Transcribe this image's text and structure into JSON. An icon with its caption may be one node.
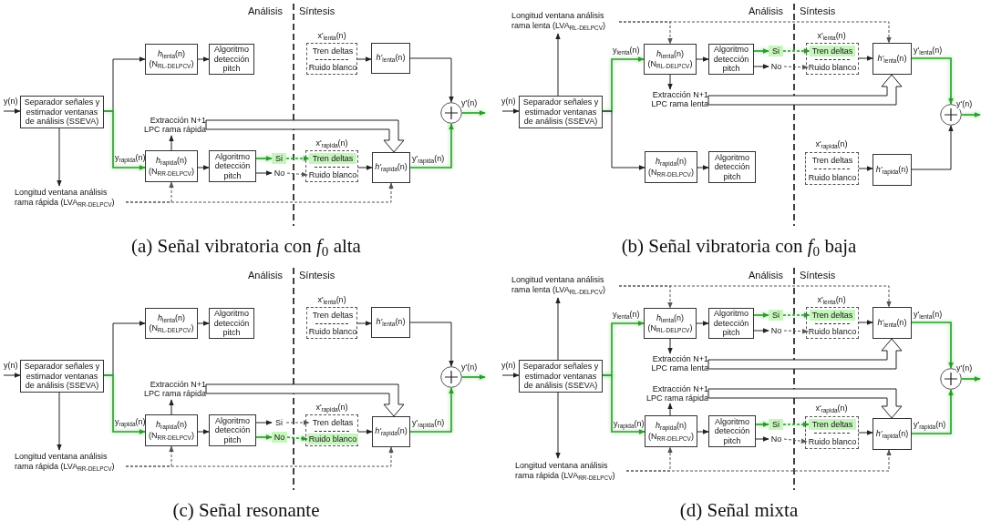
{
  "diagram": {
    "nodes": [
      {
        "text": [
          "(a) Señal vibratoria con *f*$_{0}$ alta"
        ]
      },
      {
        "text": [
          "Separador señales y estimador ventanas de análisis (SSEVA)"
        ],
        "in": 0
      },
      {
        "text": [
          "*h*$_{lenta}$(n)",
          "(N$_{RL-DELPCV}$)"
        ],
        "in": 0
      },
      {
        "text": [
          "Algoritmo detección pitch"
        ],
        "in": 0
      },
      {
        "text": [
          "x'$_{lenta}$(n)"
        ],
        "in": 0
      },
      {
        "text": [
          "Tren deltas"
        ],
        "in": 4
      },
      {
        "text": [
          "Ruido blanco"
        ],
        "in": 4
      },
      {
        "text": [
          "*h'*$_{lenta}$(n)"
        ],
        "in": 0
      },
      {
        "text": [
          "Extracción N+1 LPC rama rápida"
        ],
        "in": 0
      },
      {
        "text": [],
        "shape": "circle",
        "in": 0
      },
      {
        "text": [
          "*h*$_{rapida}$(n)",
          "(N$_{RR-DELPCV}$)"
        ],
        "in": 0
      },
      {
        "text": [
          "Algoritmo detección pitch"
        ],
        "in": 0
      },
      {
        "text": [
          "Si"
        ],
        "in": 0
      },
      {
        "text": [
          "No"
        ],
        "in": 0
      },
      {
        "text": [
          "x'$_{rapida}$(n)"
        ],
        "in": 0
      },
      {
        "text": [
          "Tren deltas"
        ],
        "in": 14
      },
      {
        "text": [
          "Ruido blanco"
        ],
        "in": 14
      },
      {
        "text": [
          "*h'*$_{rapida}$(n)"
        ],
        "in": 0
      },
      {
        "text": [
          "Longitud ventana análisis rama rápida (LVA$_{RR-DELPCV}$)"
        ],
        "in": 0
      },
      {
        "text": [
          "(b) Señal vibratoria con *f*$_{0}$ baja"
        ]
      },
      {
        "text": [
          "Longitud ventana análisis rama lenta (LVA$_{RL-DELPCV}$)"
        ],
        "in": 19
      },
      {
        "text": [
          "Separador señales y estimador ventanas de análisis (SSEVA)"
        ],
        "in": 19
      },
      {
        "text": [
          "*h*$_{lenta}$(n)",
          "(N$_{RL-DELPCV}$)"
        ],
        "in": 19
      },
      {
        "text": [
          "Algoritmo detección pitch"
        ],
        "in": 19
      },
      {
        "text": [
          "Si"
        ],
        "in": 19
      },
      {
        "text": [
          "No"
        ],
        "in": 19
      },
      {
        "text": [
          "x'$_{lenta}$(n)"
        ],
        "in": 19
      },
      {
        "text": [
          "Tren deltas"
        ],
        "in": 26
      },
      {
        "text": [
          "Ruido blanco"
        ],
        "in": 26
      },
      {
        "text": [
          "*h'*$_{lenta}$(n)"
        ],
        "in": 19
      },
      {
        "text": [
          "Extracción N+1 LPC rama lenta"
        ],
        "in": 19
      },
      {
        "text": [],
        "shape": "circle",
        "in": 19
      },
      {
        "text": [
          "*h*$_{rapida}$(n)",
          "(N$_{RR-DELPCV}$)"
        ],
        "in": 19
      },
      {
        "text": [
          "Algoritmo detección pitch"
        ],
        "in": 19
      },
      {
        "text": [
          "x'$_{rapida}$(n)"
        ],
        "in": 19
      },
      {
        "text": [
          "Tren deltas"
        ],
        "in": 34
      },
      {
        "text": [
          "Ruido blanco"
        ],
        "in": 34
      },
      {
        "text": [
          "*h'*$_{rapida}$(n)"
        ],
        "in": 19
      },
      {
        "text": [
          "(c) Señal resonante"
        ]
      },
      {
        "text": [
          "Separador señales y estimador ventanas de análisis (SSEVA)"
        ],
        "in": 38
      },
      {
        "text": [
          "*h*$_{lenta}$(n)",
          "(N$_{RL-DELPCV}$)"
        ],
        "in": 38
      },
      {
        "text": [
          "Algoritmo detección pitch"
        ],
        "in": 38
      },
      {
        "text": [
          "x'$_{lenta}$(n)"
        ],
        "in": 38
      },
      {
        "text": [
          "Tren deltas"
        ],
        "in": 42
      },
      {
        "text": [
          "Ruido blanco"
        ],
        "in": 42
      },
      {
        "text": [
          "*h'*$_{lenta}$(n)"
        ],
        "in": 38
      },
      {
        "text": [
          "Extracción N+1 LPC rama rápida"
        ],
        "in": 38
      },
      {
        "text": [],
        "shape": "circle",
        "in": 38
      },
      {
        "text": [
          "*h*$_{rapida}$(n)",
          "(N$_{RR-DELPCV}$)"
        ],
        "in": 38
      },
      {
        "text": [
          "Algoritmo detección pitch"
        ],
        "in": 38
      },
      {
        "text": [
          "Si"
        ],
        "in": 38
      },
      {
        "text": [
          "No"
        ],
        "in": 38
      },
      {
        "text": [
          "x'$_{rapida}$(n)"
        ],
        "in": 38
      },
      {
        "text": [
          "Tren deltas"
        ],
        "in": 52
      },
      {
        "text": [
          "Ruido blanco"
        ],
        "in": 52
      },
      {
        "text": [
          "*h'*$_{rapida}$(n)"
        ],
        "in": 38
      },
      {
        "text": [
          "Longitud ventana análisis rama rápida (LVA$_{RR-DELPCV}$)"
        ],
        "in": 38
      },
      {
        "text": [
          "(d) Señal mixta"
        ]
      },
      {
        "text": [
          "Longitud ventana análisis rama lenta (LVA$_{RL-DELPCV}$)"
        ],
        "in": 57
      },
      {
        "text": [
          "Separador señales y estimador ventanas de análisis (SSEVA)"
        ],
        "in": 57
      },
      {
        "text": [
          "*h*$_{lenta}$(n)",
          "(N$_{RL-DELPCV}$)"
        ],
        "in": 57
      },
      {
        "text": [
          "Algoritmo detección pitch"
        ],
        "in": 57
      },
      {
        "text": [
          "Si"
        ],
        "in": 57
      },
      {
        "text": [
          "No"
        ],
        "in": 57
      },
      {
        "text": [
          "x'$_{lenta}$(n)"
        ],
        "in": 57
      },
      {
        "text": [
          "Tren deltas"
        ],
        "in": 64
      },
      {
        "text": [
          "Ruido blanco"
        ],
        "in": 64
      },
      {
        "text": [
          "*h'*$_{lenta}$(n)"
        ],
        "in": 57
      },
      {
        "text": [
          "Extracción N+1 LPC rama lenta"
        ],
        "in": 57
      },
      {
        "text": [],
        "shape": "circle",
        "in": 57
      },
      {
        "text": [
          "Extracción N+1 LPC rama rápida"
        ],
        "in": 57
      },
      {
        "text": [
          "*h*$_{rapida}$(n)",
          "(N$_{RR-DELPCV}$)"
        ],
        "in": 57
      },
      {
        "text": [
          "Algoritmo detección pitch"
        ],
        "in": 57
      },
      {
        "text": [
          "Si"
        ],
        "in": 57
      },
      {
        "text": [
          "No"
        ],
        "in": 57
      },
      {
        "text": [
          "x'$_{rapida}$(n)"
        ],
        "in": 57
      },
      {
        "text": [
          "Tren deltas"
        ],
        "in": 75
      },
      {
        "text": [
          "Ruido blanco"
        ],
        "in": 75
      },
      {
        "text": [
          "*h'*$_{rapida}$(n)"
        ],
        "in": 57
      },
      {
        "text": [
          "Longitud ventana análisis rama rápida (LVA$_{RR-DELPCV}$)"
        ],
        "in": 57
      }
    ],
    "edges": [
      {
        "from": null,
        "to": 1,
        "arrow": "to",
        "label": "y(n)"
      },
      {
        "from": 1,
        "to": 2,
        "arrow": "to"
      },
      {
        "from": 1,
        "to": 10,
        "arrow": "to",
        "label": "y$_{rapida}$(n)",
        "color": "#2e9a2e"
      },
      {
        "from": 1,
        "to": 18,
        "arrow": "to"
      },
      {
        "from": 2,
        "to": 3,
        "arrow": "to"
      },
      {
        "from": 10,
        "to": 11,
        "arrow": "to"
      },
      {
        "from": 10,
        "to": 8,
        "arrow": "to"
      },
      {
        "from": 8,
        "to": 17,
        "arrow": "to",
        "style": "thick"
      },
      {
        "from": 11,
        "to": 12,
        "arrow": "to",
        "color": "#2e9a2e"
      },
      {
        "from": 11,
        "to": 13,
        "arrow": "to"
      },
      {
        "from": 12,
        "to": 15,
        "arrow": "to",
        "style": "dashed",
        "color": "#2e9a2e"
      },
      {
        "from": 13,
        "to": 16,
        "arrow": "to",
        "style": "dashed"
      },
      {
        "from": 4,
        "to": 7,
        "arrow": "to"
      },
      {
        "from": 14,
        "to": 17,
        "arrow": "to"
      },
      {
        "from": 7,
        "to": 9,
        "arrow": "to"
      },
      {
        "from": 17,
        "to": 9,
        "arrow": "to",
        "label": "y'$_{rapida}$(n)",
        "color": "#2e9a2e"
      },
      {
        "from": 9,
        "to": null,
        "arrow": "to",
        "label": "y'(n)",
        "color": "#2e9a2e"
      },
      {
        "from": 18,
        "to": 10,
        "arrow": "to",
        "style": "dashed"
      },
      {
        "from": 18,
        "to": 17,
        "arrow": "to",
        "style": "dashed"
      },
      {
        "from": null,
        "to": 21,
        "arrow": "to",
        "label": "y(n)"
      },
      {
        "from": 21,
        "to": 20,
        "arrow": "to"
      },
      {
        "from": 21,
        "to": 22,
        "arrow": "to",
        "label": "y$_{lenta}$(n)",
        "color": "#2e9a2e"
      },
      {
        "from": 21,
        "to": 32,
        "arrow": "to"
      },
      {
        "from": 20,
        "to": 22,
        "arrow": "to",
        "style": "dashed"
      },
      {
        "from": 20,
        "to": 29,
        "arrow": "to",
        "style": "dashed"
      },
      {
        "from": 22,
        "to": 23,
        "arrow": "to"
      },
      {
        "from": 22,
        "to": 30,
        "arrow": "to"
      },
      {
        "from": 30,
        "to": 29,
        "arrow": "to",
        "style": "thick"
      },
      {
        "from": 23,
        "to": 24,
        "arrow": "to",
        "color": "#2e9a2e"
      },
      {
        "from": 23,
        "to": 25,
        "arrow": "to"
      },
      {
        "from": 24,
        "to": 27,
        "arrow": "to",
        "style": "dashed",
        "color": "#2e9a2e"
      },
      {
        "from": 25,
        "to": 28,
        "arrow": "to",
        "style": "dashed"
      },
      {
        "from": 26,
        "to": 29,
        "arrow": "to"
      },
      {
        "from": 29,
        "to": 31,
        "arrow": "to",
        "label": "y'$_{lenta}$(n)",
        "color": "#2e9a2e"
      },
      {
        "from": 32,
        "to": 33,
        "arrow": "to"
      },
      {
        "from": 34,
        "to": 37,
        "arrow": "to"
      },
      {
        "from": 37,
        "to": 31,
        "arrow": "to"
      },
      {
        "from": 31,
        "to": null,
        "arrow": "to",
        "label": "y'(n)",
        "color": "#2e9a2e"
      },
      {
        "from": null,
        "to": 39,
        "arrow": "to",
        "label": "y(n)"
      },
      {
        "from": 39,
        "to": 40,
        "arrow": "to"
      },
      {
        "from": 39,
        "to": 48,
        "arrow": "to",
        "label": "y$_{rapida}$(n)",
        "color": "#2e9a2e"
      },
      {
        "from": 39,
        "to": 56,
        "arrow": "to"
      },
      {
        "from": 40,
        "to": 41,
        "arrow": "to"
      },
      {
        "from": 48,
        "to": 49,
        "arrow": "to"
      },
      {
        "from": 48,
        "to": 46,
        "arrow": "to"
      },
      {
        "from": 46,
        "to": 55,
        "arrow": "to",
        "style": "thick"
      },
      {
        "from": 49,
        "to": 50,
        "arrow": "to"
      },
      {
        "from": 49,
        "to": 51,
        "arrow": "to",
        "color": "#2e9a2e"
      },
      {
        "from": 50,
        "to": 53,
        "arrow": "to",
        "style": "dashed"
      },
      {
        "from": 51,
        "to": 54,
        "arrow": "to",
        "style": "dashed",
        "color": "#2e9a2e"
      },
      {
        "from": 42,
        "to": 45,
        "arrow": "to"
      },
      {
        "from": 52,
        "to": 55,
        "arrow": "to"
      },
      {
        "from": 45,
        "to": 47,
        "arrow": "to"
      },
      {
        "from": 55,
        "to": 47,
        "arrow": "to",
        "label": "y'$_{rapida}$(n)",
        "color": "#2e9a2e"
      },
      {
        "from": 47,
        "to": null,
        "arrow": "to",
        "label": "y'(n)",
        "color": "#2e9a2e"
      },
      {
        "from": 56,
        "to": 48,
        "arrow": "to",
        "style": "dashed"
      },
      {
        "from": 56,
        "to": 55,
        "arrow": "to",
        "style": "dashed"
      },
      {
        "from": null,
        "to": 59,
        "arrow": "to",
        "label": "y(n)"
      },
      {
        "from": 59,
        "to": 58,
        "arrow": "to"
      },
      {
        "from": 59,
        "to": 79,
        "arrow": "to"
      },
      {
        "from": 59,
        "to": 60,
        "arrow": "to",
        "label": "y$_{lenta}$(n)",
        "color": "#2e9a2e"
      },
      {
        "from": 59,
        "to": 71,
        "arrow": "to",
        "label": "y$_{rapida}$(n)",
        "color": "#2e9a2e"
      },
      {
        "from": 58,
        "to": 60,
        "arrow": "to",
        "style": "dashed"
      },
      {
        "from": 58,
        "to": 67,
        "arrow": "to",
        "style": "dashed"
      },
      {
        "from": 60,
        "to": 61,
        "arrow": "to"
      },
      {
        "from": 60,
        "to": 68,
        "arrow": "to"
      },
      {
        "from": 68,
        "to": 67,
        "arrow": "to",
        "style": "thick"
      },
      {
        "from": 61,
        "to": 62,
        "arrow": "to",
        "color": "#2e9a2e"
      },
      {
        "from": 61,
        "to": 63,
        "arrow": "to"
      },
      {
        "from": 62,
        "to": 65,
        "arrow": "to",
        "style": "dashed",
        "color": "#2e9a2e"
      },
      {
        "from": 63,
        "to": 66,
        "arrow": "to",
        "style": "dashed"
      },
      {
        "from": 64,
        "to": 67,
        "arrow": "to"
      },
      {
        "from": 67,
        "to": 69,
        "arrow": "to",
        "label": "y'$_{lenta}$(n)",
        "color": "#2e9a2e"
      },
      {
        "from": 71,
        "to": 72,
        "arrow": "to"
      },
      {
        "from": 71,
        "to": 70,
        "arrow": "to"
      },
      {
        "from": 70,
        "to": 78,
        "arrow": "to",
        "style": "thick"
      },
      {
        "from": 72,
        "to": 73,
        "arrow": "to",
        "color": "#2e9a2e"
      },
      {
        "from": 72,
        "to": 74,
        "arrow": "to"
      },
      {
        "from": 73,
        "to": 76,
        "arrow": "to",
        "style": "dashed",
        "color": "#2e9a2e"
      },
      {
        "from": 74,
        "to": 77,
        "arrow": "to",
        "style": "dashed"
      },
      {
        "from": 75,
        "to": 78,
        "arrow": "to"
      },
      {
        "from": 78,
        "to": 69,
        "arrow": "to",
        "label": "y'$_{rapida}$(n)",
        "color": "#2e9a2e"
      },
      {
        "from": 79,
        "to": 71,
        "arrow": "to",
        "style": "dashed"
      },
      {
        "from": 79,
        "to": 78,
        "arrow": "to",
        "style": "dashed"
      },
      {
        "from": 69,
        "to": null,
        "arrow": "to",
        "label": "y'(n)",
        "color": "#2e9a2e"
      }
    ],
    "labels": [
      "Análisis",
      "Síntesis",
      "Análisis",
      "Síntesis",
      "Análisis",
      "Síntesis",
      "Análisis",
      "Síntesis"
    ]
  }
}
